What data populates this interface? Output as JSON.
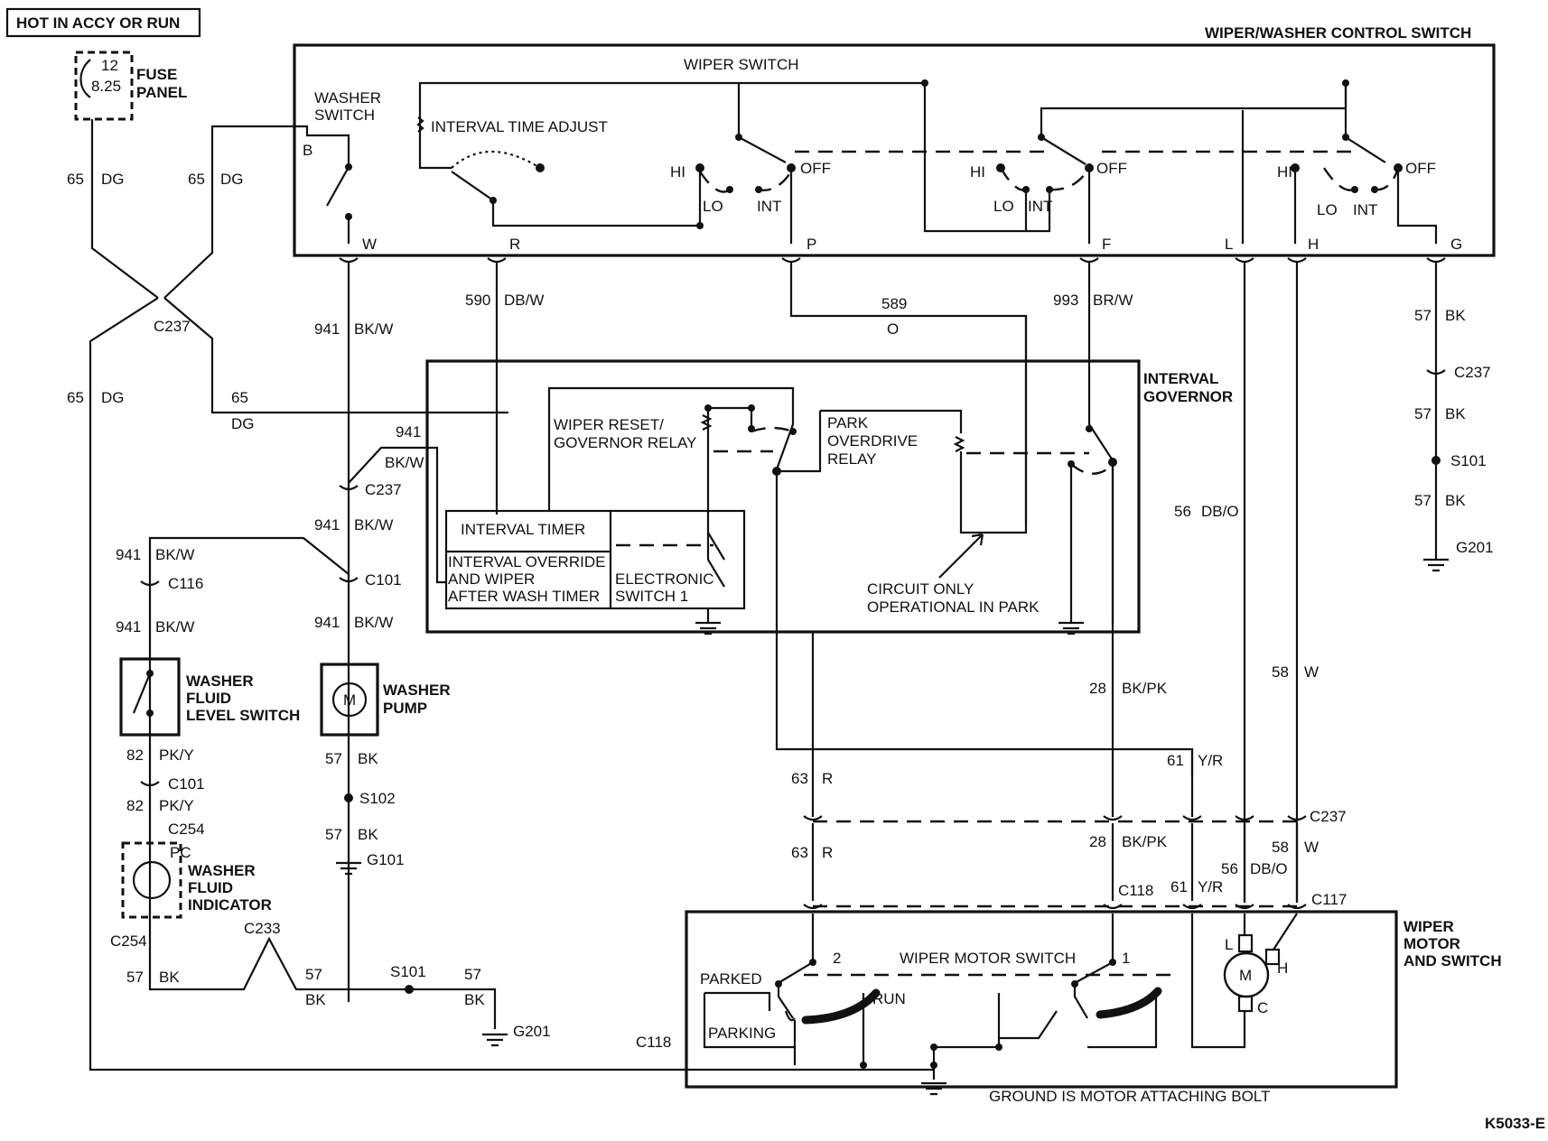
{
  "header": {
    "power_label": "HOT IN ACCY OR RUN",
    "diagram_code": "K5033-E"
  },
  "fuse": {
    "numbers": [
      "12",
      "8.25"
    ],
    "label": [
      "FUSE",
      "PANEL"
    ]
  },
  "control_switch": {
    "title": "WIPER/WASHER CONTROL SWITCH",
    "wiper_switch": "WIPER SWITCH",
    "washer_switch": [
      "WASHER",
      "SWITCH"
    ],
    "interval_adjust": "INTERVAL TIME ADJUST",
    "positions": {
      "hi": "HI",
      "lo": "LO",
      "int": "INT",
      "off": "OFF"
    },
    "terminals": {
      "b": "B",
      "w": "W",
      "r": "R",
      "p": "P",
      "f": "F",
      "l": "L",
      "h": "H",
      "g": "G"
    }
  },
  "governor": {
    "title": [
      "INTERVAL",
      "GOVERNOR"
    ],
    "reset_relay": [
      "WIPER RESET/",
      "GOVERNOR RELAY"
    ],
    "park_relay": [
      "PARK",
      "OVERDRIVE",
      "RELAY"
    ],
    "interval_timer": "INTERVAL TIMER",
    "override_timer": [
      "INTERVAL OVERRIDE",
      "AND WIPER",
      "AFTER WASH TIMER"
    ],
    "electronic_switch": [
      "ELECTRONIC",
      "SWITCH 1"
    ],
    "park_note": [
      "CIRCUIT ONLY",
      "OPERATIONAL IN PARK"
    ]
  },
  "components": {
    "level_switch": [
      "WASHER",
      "FLUID",
      "LEVEL SWITCH"
    ],
    "pump": [
      "WASHER",
      "PUMP"
    ],
    "motor_symbol": "M",
    "indicator": [
      "WASHER",
      "FLUID",
      "INDICATOR"
    ],
    "indicator_pin": "PC"
  },
  "motor": {
    "title": [
      "WIPER",
      "MOTOR",
      "AND SWITCH"
    ],
    "switch_label": "WIPER MOTOR SWITCH",
    "parked": "PARKED",
    "parking": "PARKING",
    "run": "RUN",
    "pin_2": "2",
    "pin_1": "1",
    "terminal_l": "L",
    "terminal_h": "H",
    "terminal_c": "C",
    "ground_note": "GROUND IS MOTOR ATTACHING BOLT"
  },
  "connectors": {
    "c237": "C237",
    "c101": "C101",
    "c116": "C116",
    "c254": "C254",
    "c233": "C233",
    "c118": "C118",
    "c117": "C117"
  },
  "splices": {
    "s101": "S101",
    "s102": "S102"
  },
  "grounds": {
    "g101": "G101",
    "g201": "G201"
  },
  "wires": [
    {
      "circuit": "65",
      "color": "DG"
    },
    {
      "circuit": "941",
      "color": "BK/W"
    },
    {
      "circuit": "590",
      "color": "DB/W"
    },
    {
      "circuit": "589",
      "color": "O"
    },
    {
      "circuit": "993",
      "color": "BR/W"
    },
    {
      "circuit": "57",
      "color": "BK"
    },
    {
      "circuit": "56",
      "color": "DB/O"
    },
    {
      "circuit": "58",
      "color": "W"
    },
    {
      "circuit": "28",
      "color": "BK/PK"
    },
    {
      "circuit": "61",
      "color": "Y/R"
    },
    {
      "circuit": "63",
      "color": "R"
    },
    {
      "circuit": "82",
      "color": "PK/Y"
    }
  ]
}
